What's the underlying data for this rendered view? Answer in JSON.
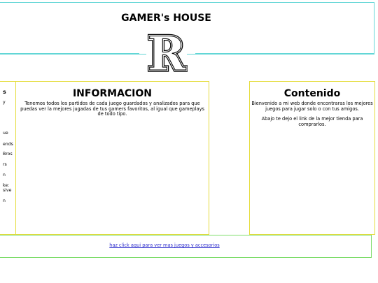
{
  "header": {
    "title": "GAMER's HOUSE",
    "logo_letter": "R"
  },
  "left_column": {
    "items": [
      "s",
      "y",
      "",
      "ue",
      "ends",
      "Bros",
      "rs",
      "n",
      "ke:",
      "sive",
      "n"
    ]
  },
  "info": {
    "heading": "INFORMACION",
    "text": "Tenemos todos los partidos de cada juego guardados y analizados para que puedas ver la mejores jugadas de tus gamers favoritos, al igual que gameplays de todo tipo."
  },
  "contenido": {
    "heading": "Contenido",
    "paragraph1": "Bienvenido a mi web donde encontraras los mejores juegos para jugar solo o con tus amigos.",
    "paragraph2": "Abajo te dejo el link de la mejor tienda para comprarlos."
  },
  "footer": {
    "link_text": "haz click aqui para ver mas juegos y accesorios"
  },
  "colors": {
    "header_border": "#62d6d6",
    "column_border": "#e5dc3c",
    "footer_border": "#7ddd6a",
    "link": "#2b2bcc"
  }
}
